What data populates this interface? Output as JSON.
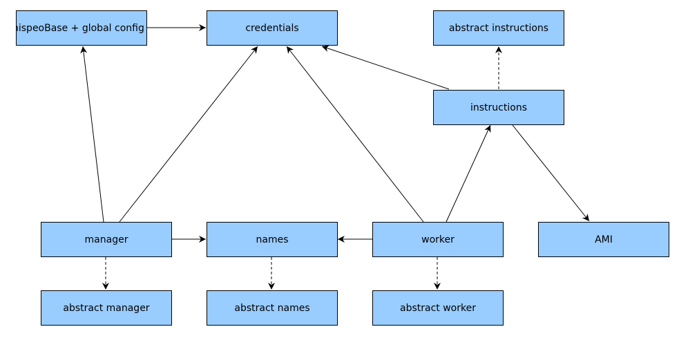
{
  "nodes": {
    "hispeo": "hispeoBase + global config",
    "credentials": "credentials",
    "abstract_instructions": "abstract instructions",
    "instructions": "instructions",
    "manager": "manager",
    "names": "names",
    "worker": "worker",
    "ami": "AMI",
    "abstract_manager": "abstract manager",
    "abstract_names": "abstract names",
    "abstract_worker": "abstract worker"
  },
  "colors": {
    "node_fill": "#99ccff",
    "border": "#000000",
    "edge": "#000000"
  }
}
